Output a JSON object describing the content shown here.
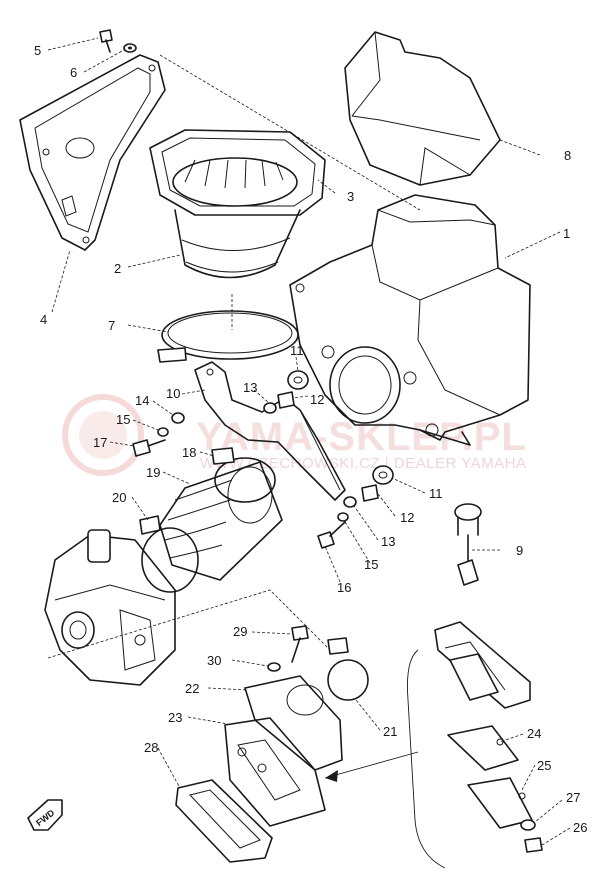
{
  "watermark": {
    "brand": "YAMA-SKLEP.PL",
    "tagline": "WWW.CZECHOWSKI.CZ | DEALER YAMAHA"
  },
  "fwd_label": "FWD",
  "callouts": [
    "1",
    "2",
    "3",
    "4",
    "5",
    "6",
    "7",
    "8",
    "9",
    "10",
    "11",
    "12",
    "13",
    "14",
    "15",
    "16",
    "17",
    "18",
    "19",
    "20",
    "21",
    "22",
    "23",
    "24",
    "25",
    "26",
    "27",
    "28",
    "29",
    "30"
  ]
}
